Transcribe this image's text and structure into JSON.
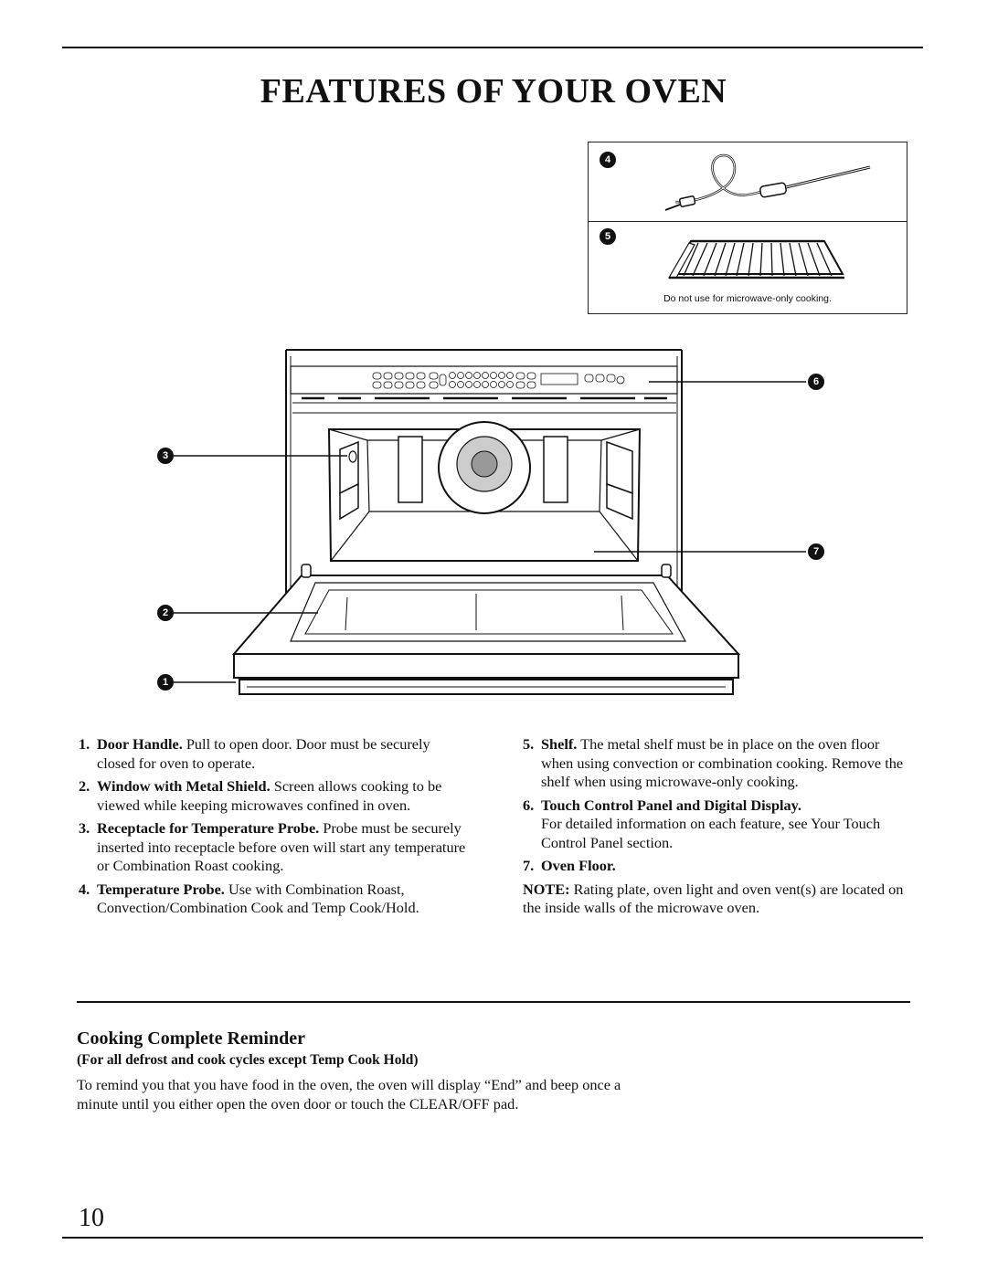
{
  "page": {
    "title": "FEATURES OF YOUR OVEN",
    "page_number": "10"
  },
  "inset": {
    "note": "Do not use for microwave-only cooking."
  },
  "callouts": [
    "1",
    "2",
    "3",
    "4",
    "5",
    "6",
    "7"
  ],
  "features_left": [
    {
      "num": "1.",
      "title": "Door Handle.",
      "text": " Pull to open door. Door must be securely closed for oven to operate."
    },
    {
      "num": "2.",
      "title": "Window with Metal Shield.",
      "text": " Screen allows cooking to be viewed while keeping microwaves confined in oven."
    },
    {
      "num": "3.",
      "title": "Receptacle for Temperature Probe.",
      "text": " Probe must be securely inserted into receptacle before oven will start any temperature or Combination Roast cooking."
    },
    {
      "num": "4.",
      "title": "Temperature Probe.",
      "text": " Use with Combination Roast, Convection/Combination Cook and Temp Cook/Hold."
    }
  ],
  "features_right": [
    {
      "num": "5.",
      "title": "Shelf.",
      "text": " The metal shelf must be in place on the oven floor when using convection or combination cooking. Remove the shelf when using microwave-only cooking."
    },
    {
      "num": "6.",
      "title": "Touch Control Panel and Digital Display.",
      "text": "For detailed information on each feature, see Your Touch Control Panel section."
    },
    {
      "num": "7.",
      "title": "Oven Floor.",
      "text": ""
    }
  ],
  "note": {
    "label": "NOTE:",
    "text": " Rating plate, oven light and oven vent(s) are located on the inside walls of the microwave oven."
  },
  "reminder": {
    "heading": "Cooking Complete Reminder",
    "subheading": "(For all defrost and cook cycles except Temp Cook Hold)",
    "body": "To remind you that you have food in the oven, the oven will display “End” and beep once a minute until you either open the oven door or touch the CLEAR/OFF pad."
  }
}
